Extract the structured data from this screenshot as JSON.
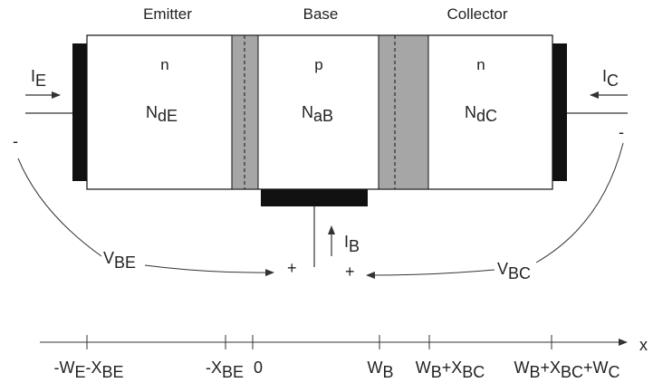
{
  "regions": {
    "emitter": {
      "title": "Emitter",
      "type": "n",
      "doping": "N",
      "doping_sub": "dE"
    },
    "base": {
      "title": "Base",
      "type": "p",
      "doping": "N",
      "doping_sub": "aB"
    },
    "collector": {
      "title": "Collector",
      "type": "n",
      "doping": "N",
      "doping_sub": "dC"
    }
  },
  "currents": {
    "emitter": {
      "sym": "I",
      "sub": "E"
    },
    "collector": {
      "sym": "I",
      "sub": "C"
    },
    "base": {
      "sym": "I",
      "sub": "B"
    }
  },
  "voltages": {
    "be": {
      "sym": "V",
      "sub": "BE",
      "minus": "-",
      "plus": "+"
    },
    "bc": {
      "sym": "V",
      "sub": "BC",
      "minus": "-",
      "plus": "+"
    }
  },
  "axis": {
    "label": "x",
    "ticks": [
      {
        "parts": [
          "-W",
          "E",
          "-X",
          "BE"
        ]
      },
      {
        "parts": [
          "-X",
          "BE"
        ]
      },
      {
        "parts": [
          "0"
        ]
      },
      {
        "parts": [
          "W",
          "B"
        ]
      },
      {
        "parts": [
          "W",
          "B",
          "+X",
          "BC"
        ]
      },
      {
        "parts": [
          "W",
          "B",
          "+X",
          "BC",
          "+W",
          "C"
        ]
      }
    ]
  },
  "colors": {
    "outline": "#111111",
    "contact": "#111111",
    "depletion": "#a6a6a6",
    "line": "#333333"
  }
}
